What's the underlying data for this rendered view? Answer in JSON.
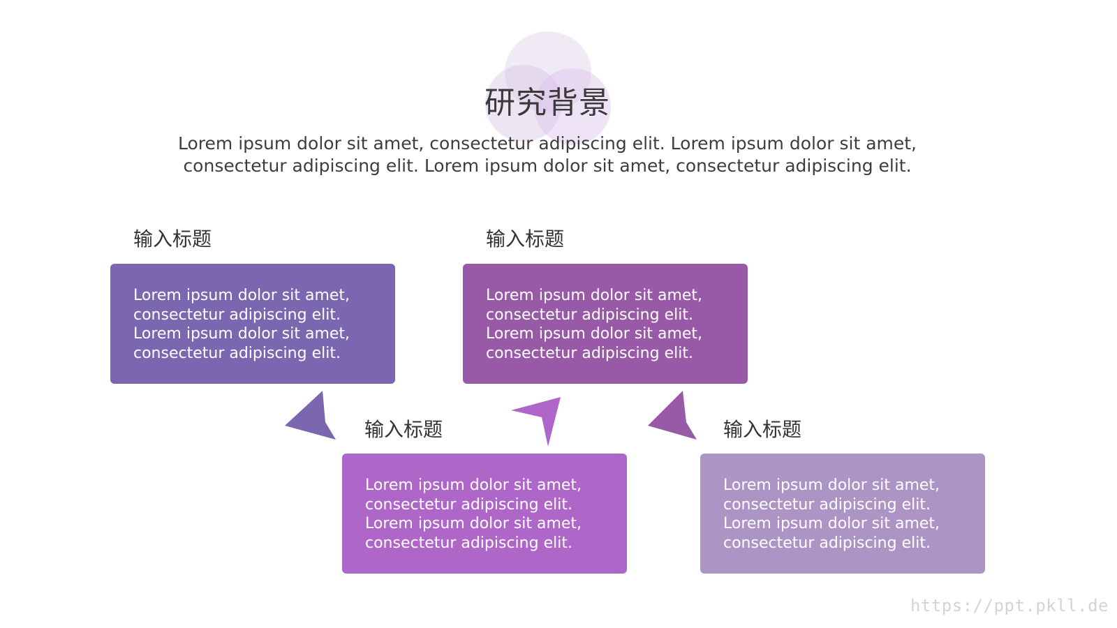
{
  "header": {
    "title": "研究背景",
    "subtitle_lines": [
      "Lorem ipsum dolor sit amet, consectetur adipiscing elit. Lorem ipsum dolor sit amet,",
      "consectetur adipiscing elit. Lorem ipsum dolor sit amet, consectetur adipiscing elit."
    ]
  },
  "steps": [
    {
      "heading": "输入标题",
      "lines": [
        "Lorem ipsum dolor sit amet,",
        "consectetur adipiscing elit.",
        "Lorem ipsum dolor sit amet,",
        "consectetur adipiscing elit."
      ],
      "color": "#7b67b0"
    },
    {
      "heading": "输入标题",
      "lines": [
        "Lorem ipsum dolor sit amet,",
        "consectetur adipiscing elit.",
        "Lorem ipsum dolor sit amet,",
        "consectetur adipiscing elit."
      ],
      "color": "#ae66c8"
    },
    {
      "heading": "输入标题",
      "lines": [
        "Lorem ipsum dolor sit amet,",
        "consectetur adipiscing elit.",
        "Lorem ipsum dolor sit amet,",
        "consectetur adipiscing elit."
      ],
      "color": "#985aa6"
    },
    {
      "heading": "输入标题",
      "lines": [
        "Lorem ipsum dolor sit amet,",
        "consectetur adipiscing elit.",
        "Lorem ipsum dolor sit amet,",
        "consectetur adipiscing elit."
      ],
      "color": "#ac94c5"
    }
  ],
  "colors": {
    "arrow_1": "#7b67b0",
    "arrow_2": "#ae66c8",
    "arrow_3": "#985aa6",
    "petal": "#d9c8e6"
  },
  "watermark": "https://ppt.pkll.de"
}
